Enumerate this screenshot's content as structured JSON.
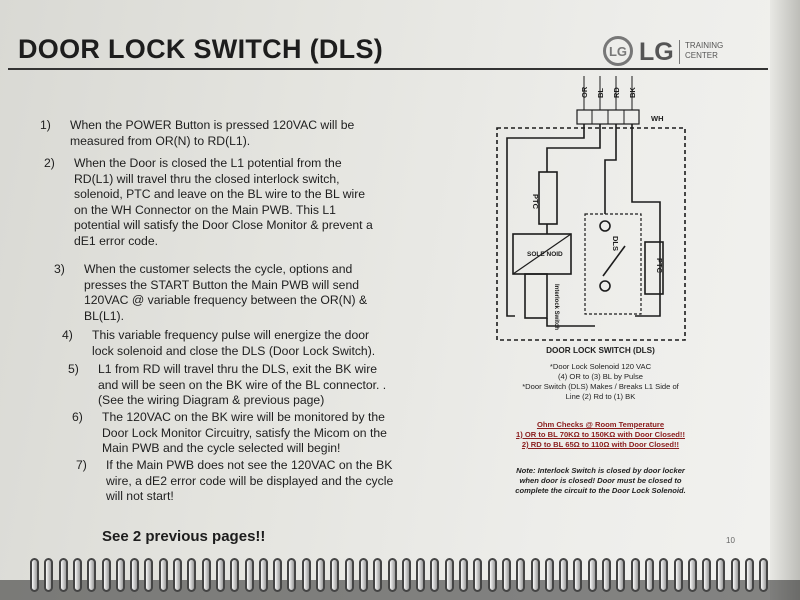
{
  "header": {
    "title": "DOOR LOCK SWITCH (DLS)",
    "logo_mark": "LG",
    "logo_text": "LG",
    "logo_sub_1": "TRAINING",
    "logo_sub_2": "CENTER"
  },
  "steps": [
    {
      "num": "1)",
      "lines": [
        "When the POWER Button is pressed 120VAC will be",
        "measured from OR(N) to RD(L1)."
      ]
    },
    {
      "num": "2)",
      "lines": [
        "When the Door is closed the L1 potential from the",
        "RD(L1) will travel thru the closed interlock switch,",
        "solenoid, PTC and leave on the BL wire to the BL wire",
        "on the WH Connector on the Main PWB. This L1",
        "potential will satisfy the Door Close Monitor & prevent a",
        "dE1 error code."
      ]
    },
    {
      "num": "3)",
      "lines": [
        "When the customer selects the cycle, options and",
        "presses the START Button the Main PWB will send",
        "120VAC @ variable frequency between the OR(N) &",
        "BL(L1)."
      ]
    },
    {
      "num": "4)",
      "lines": [
        "This variable frequency pulse will energize the door",
        "lock solenoid and close the DLS (Door Lock Switch)."
      ]
    },
    {
      "num": "5)",
      "lines": [
        "L1 from RD will travel thru the DLS, exit the BK wire",
        "and will be seen on the BK wire of the BL connector. .",
        "(See the wiring Diagram & previous page)"
      ]
    },
    {
      "num": "6)",
      "lines": [
        "The 120VAC on the BK wire will be monitored by the",
        "Door Lock Monitor Circuitry, satisfy the Micom on the",
        "Main PWB and the cycle selected will begin!"
      ]
    },
    {
      "num": "7)",
      "lines": [
        "If the Main PWB does not see the 120VAC on the BK",
        "wire, a dE2 error code will be displayed and the cycle",
        "will not start!"
      ]
    }
  ],
  "footer": {
    "see_pages": "See 2 previous pages!!",
    "page_number": "10"
  },
  "diagram": {
    "wire_labels": [
      "OR",
      "BL",
      "RD",
      "BK"
    ],
    "connector_label": "WH",
    "ptc_left": "PTC",
    "solenoid": "SOLE NOID",
    "interlock": "Interlock Switch",
    "dls": "DLS",
    "ptc_right": "PTC",
    "caption": "DOOR LOCK SWITCH (DLS)",
    "spec_lines": [
      "*Door Lock Solenoid 120 VAC",
      "(4) OR to (3) BL by Pulse",
      "*Door Switch (DLS) Makes / Breaks L1 Side of",
      "Line (2) Rd to (1) BK"
    ],
    "ohm_title": "Ohm Checks @ Room Temperature",
    "ohm_lines": [
      "1) OR to BL 70KΩ to 150KΩ with Door Closed!!",
      "2) RD to BL 65Ω to 110Ω with Door Closed!!"
    ],
    "note_lines": [
      "Note: Interlock Switch is closed by door locker",
      "when door is closed! Door must be closed to",
      "complete the circuit to the Door Lock Solenoid."
    ]
  }
}
